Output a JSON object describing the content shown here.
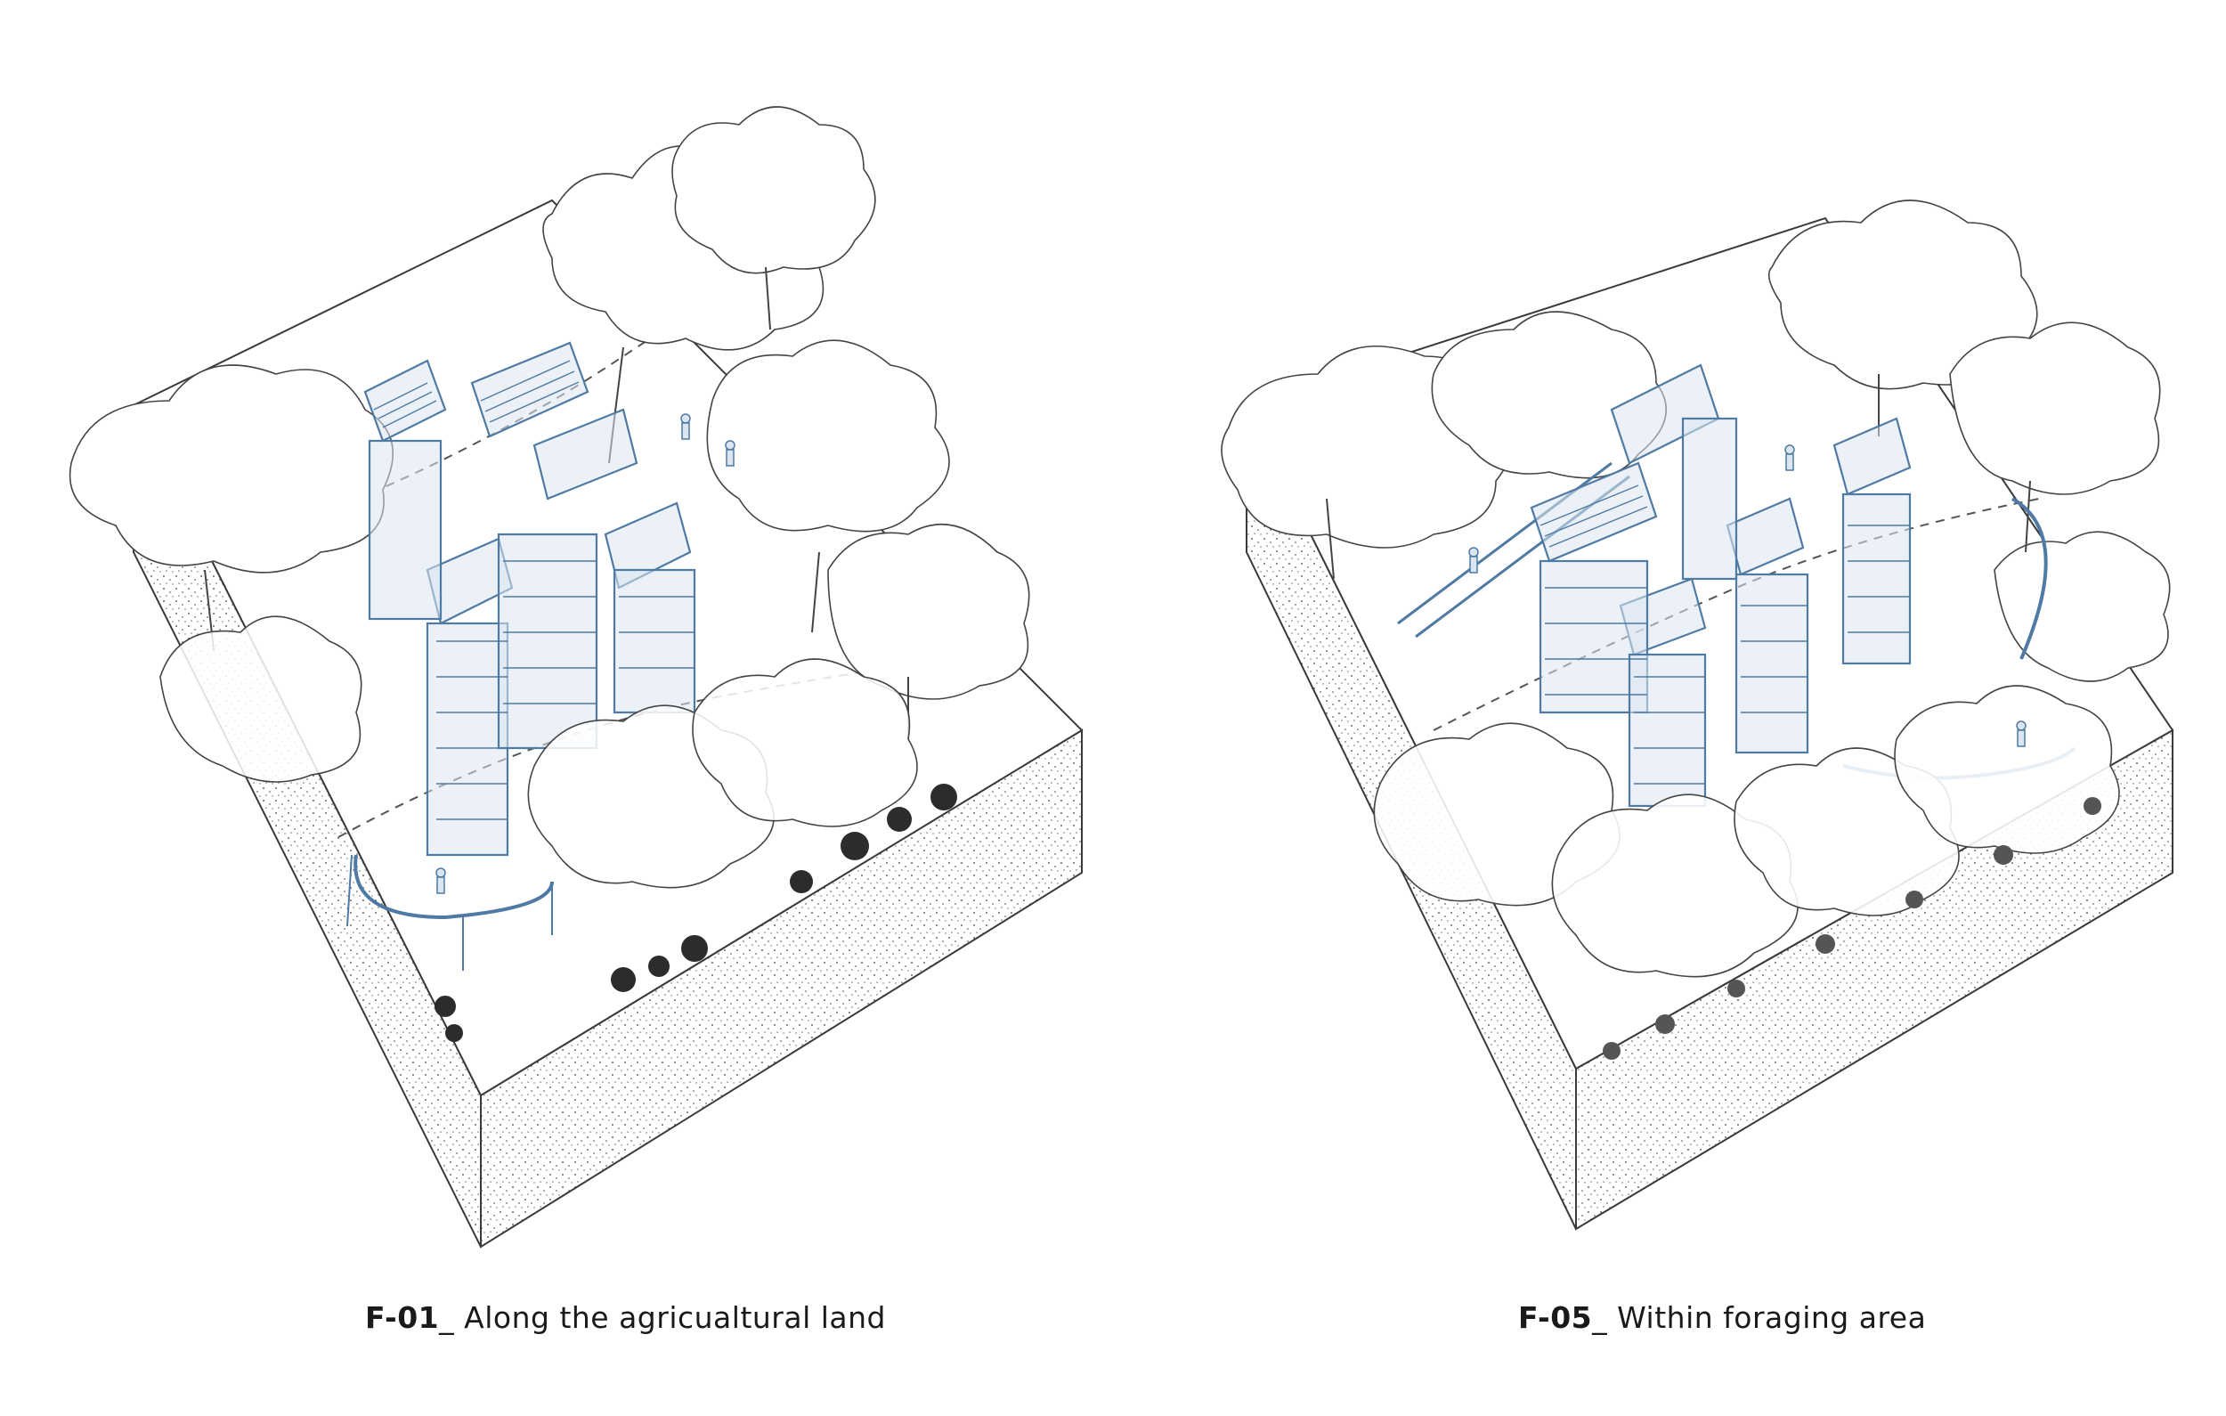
{
  "figures": [
    {
      "code": "F-01",
      "sep": "_",
      "title": "Along the agricualtural land"
    },
    {
      "code": "F-05",
      "sep": "_",
      "title": "Within foraging area"
    }
  ],
  "colors": {
    "structure": "#4f7aa3",
    "structure_fill": "#dbe6f1",
    "line": "#3a3a3a",
    "tree_fill": "#ffffff",
    "soil_stipple": "#6a6a6a",
    "path_dash": "#555555"
  }
}
